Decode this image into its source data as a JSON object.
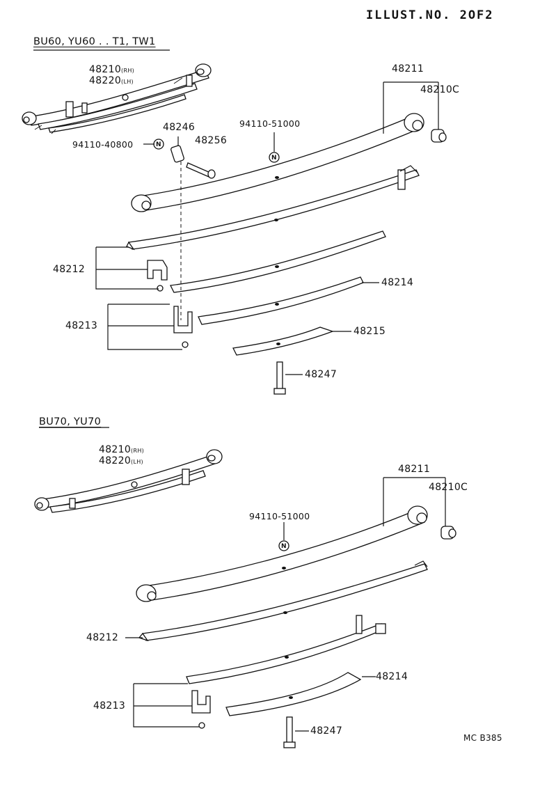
{
  "header": {
    "illust_no": "ILLUST.NO. 2OF2"
  },
  "sections": [
    {
      "title": "BU60, YU60 . . T1, TW1",
      "labels": {
        "rh_part": "48210",
        "rh_suffix": "(RH)",
        "lh_part": "48220",
        "lh_suffix": "(LH)",
        "main_leaf": "48211",
        "bushing": "48210C",
        "bolt_nut": "94110-40800",
        "pin": "48246",
        "center_bolt_a": "48256",
        "center_nut": "94110-51000",
        "clip_a": "48212",
        "clip_b": "48213",
        "leaf_4": "48214",
        "leaf_5": "48215",
        "center_bolt": "48247",
        "nut_marker": "N"
      }
    },
    {
      "title": "BU70, YU70",
      "labels": {
        "rh_part": "48210",
        "rh_suffix": "(RH)",
        "lh_part": "48220",
        "lh_suffix": "(LH)",
        "main_leaf": "48211",
        "bushing": "48210C",
        "center_nut": "94110-51000",
        "clip_a": "48212",
        "clip_b": "48213",
        "leaf_4": "48214",
        "center_bolt": "48247",
        "nut_marker": "N"
      }
    }
  ],
  "footer": {
    "code": "MC B385"
  }
}
